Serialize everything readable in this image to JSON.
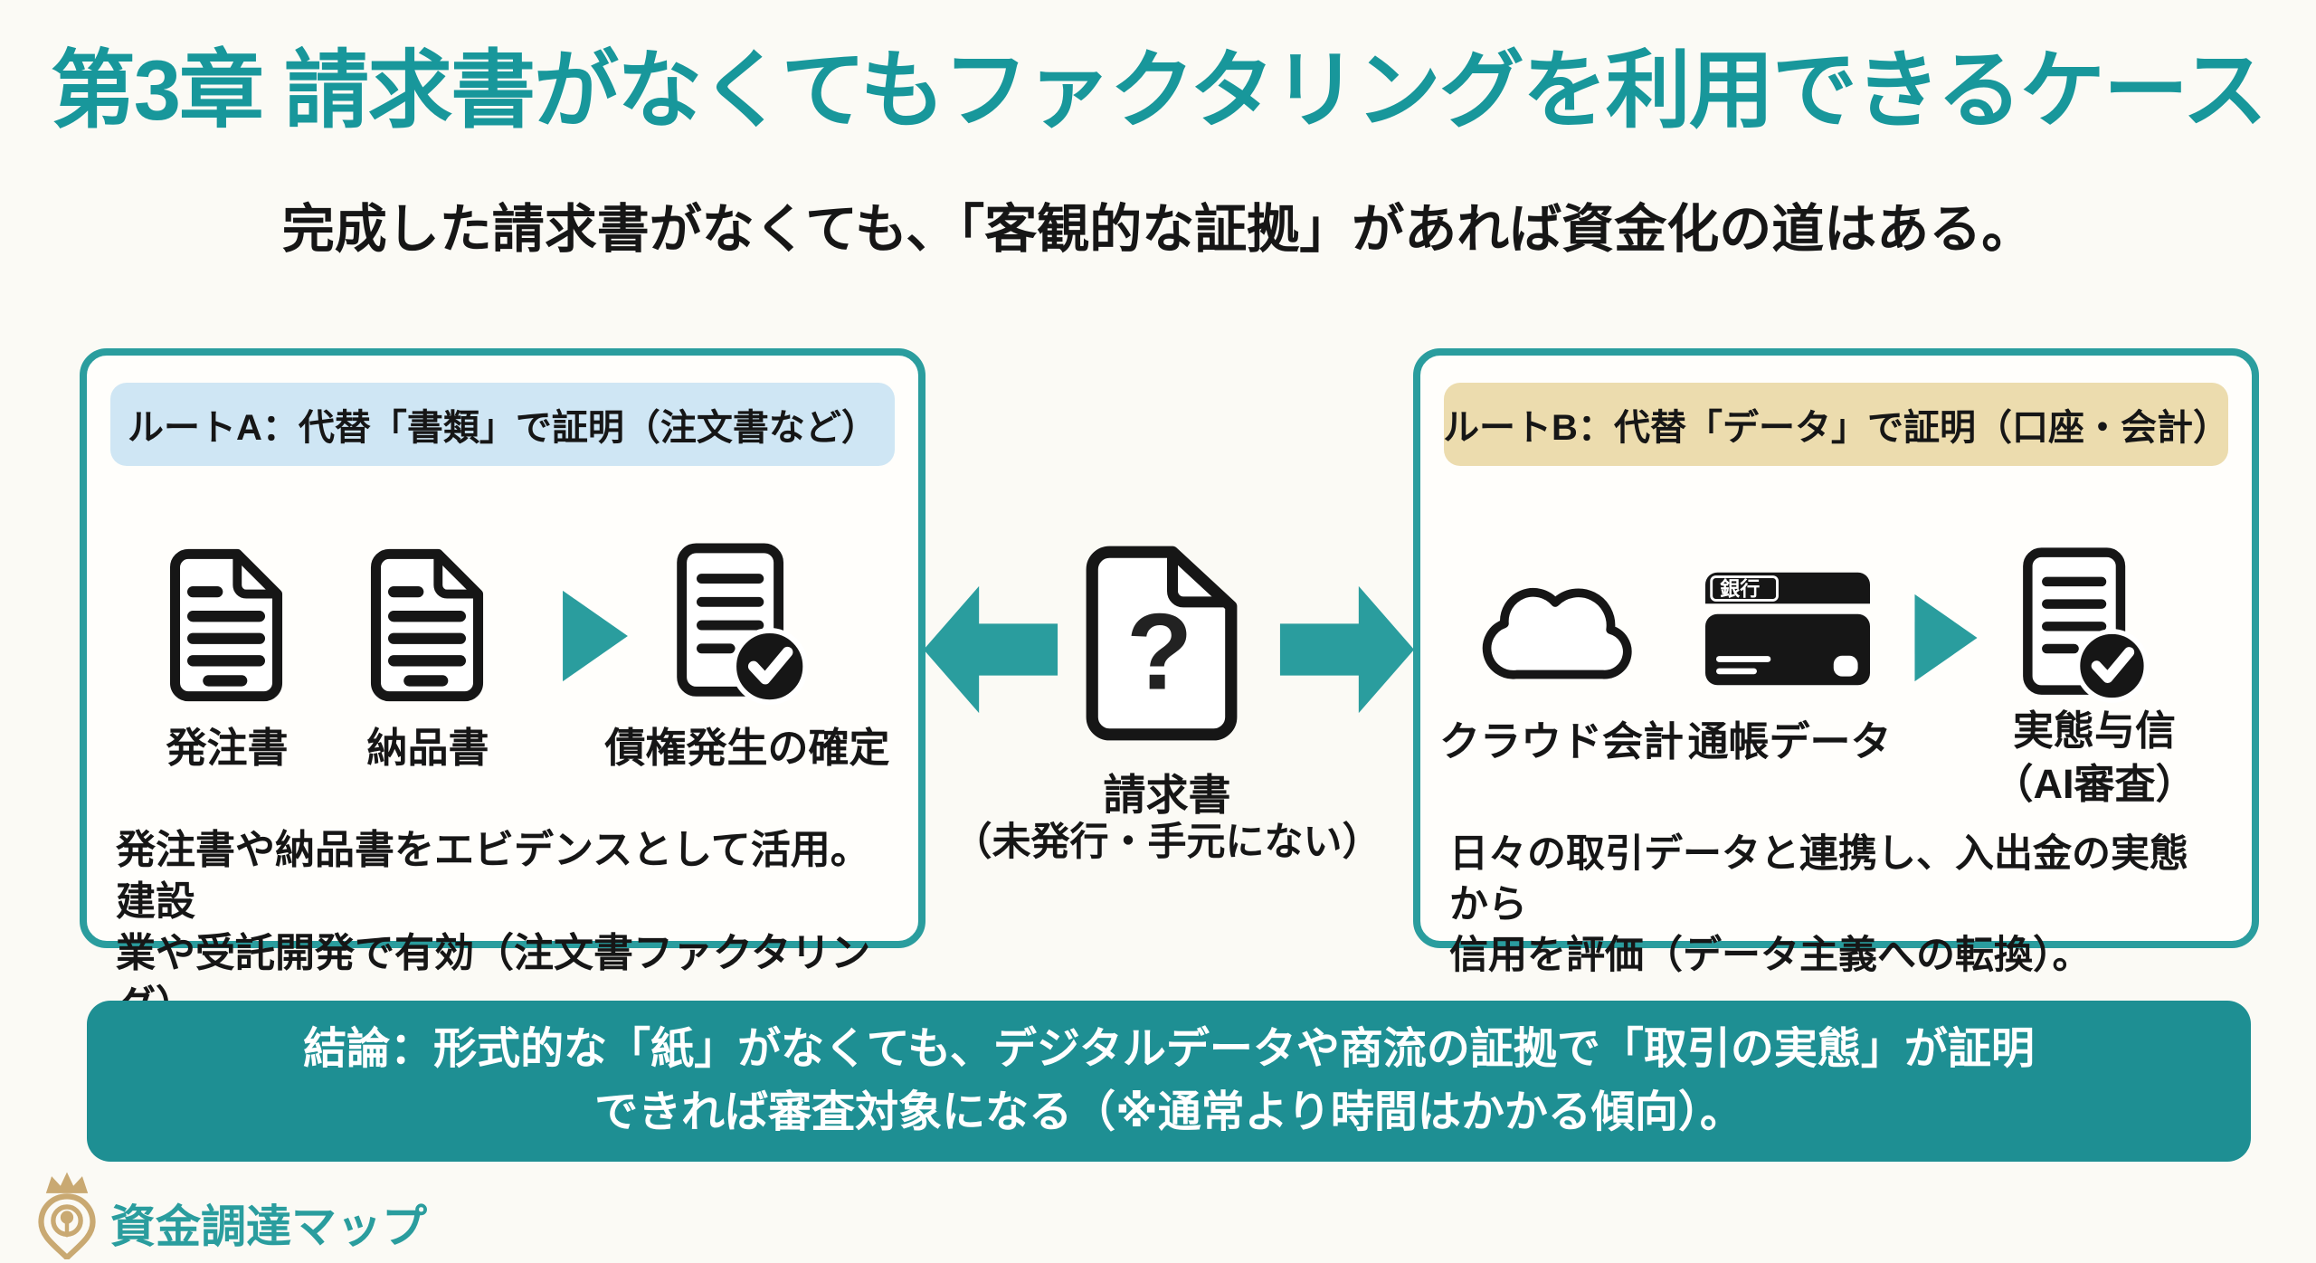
{
  "title": "第3章 請求書がなくてもファクタリングを利用できるケース",
  "subtitle": "完成した請求書がなくても、「客観的な証拠」があれば資金化の道はある。",
  "route_a": {
    "header": "ルートA：代替「書類」で証明（注文書など）",
    "doc1_label": "発注書",
    "doc2_label": "納品書",
    "result_label": "債権発生の確定",
    "body_line1": "発注書や納品書をエビデンスとして活用。建設",
    "body_line2": "業や受託開発で有効（注文書ファクタリング）。"
  },
  "center": {
    "question_mark": "?",
    "title": "請求書",
    "subtitle": "（未発行・手元にない）"
  },
  "route_b": {
    "header": "ルートB：代替「データ」で証明（口座・会計）",
    "cloud_label": "クラウド会計",
    "card_label": "銀行",
    "passbook_label": "通帳データ",
    "result_line1": "実態与信",
    "result_line2": "（AI審査）",
    "body_line1": "日々の取引データと連携し、入出金の実態から",
    "body_line2": "信用を評価（データ主義への転換）。"
  },
  "conclusion": {
    "line1": "結論：形式的な「紙」がなくても、デジタルデータや商流の証拠で「取引の実態」が証明",
    "line2": "できれば審査対象になる（※通常より時間はかかる傾向）。"
  },
  "logo": {
    "text": "資金調達マップ"
  },
  "colors": {
    "background": "#fbfaf5",
    "title_teal": "#18979b",
    "accent_teal": "#2a9d9e",
    "banner_bg": "#1e8f93",
    "route_a_header_bg": "#cfe6f4",
    "route_b_header_bg": "#ecdcae",
    "logo_gold": "#c9a972",
    "ink": "#161616"
  }
}
